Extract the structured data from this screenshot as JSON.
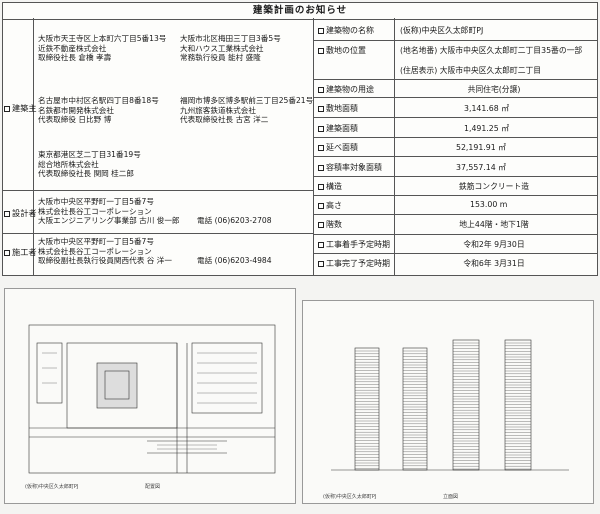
{
  "title": "建築計画のお知らせ",
  "owner": {
    "label": "建築主",
    "entries": [
      {
        "address": "大阪市天王寺区上本町六丁目5番13号",
        "company": "近鉄不動産株式会社",
        "rep": "取締役社長  倉橋 孝壽"
      },
      {
        "address": "大阪市北区梅田三丁目3番5号",
        "company": "大和ハウス工業株式会社",
        "rep": "常務執行役員  能村  盛隆"
      },
      {
        "address": "名古屋市中村区名駅四丁目8番18号",
        "company": "名鉄都市開発株式会社",
        "rep": "代表取締役  日比野  博"
      },
      {
        "address": "福岡市博多区博多駅前三丁目25番21号",
        "company": "九州旅客鉄道株式会社",
        "rep": "代表取締役社長  古宮  洋二"
      },
      {
        "address": "東京都港区芝二丁目31番19号",
        "company": "総合地所株式会社",
        "rep": "代表取締役社長  関岡  桂二郎"
      }
    ]
  },
  "designer": {
    "label": "設計者",
    "address": "大阪市中央区平野町一丁目5番7号",
    "company": "株式会社長谷工コーポレーション",
    "dept": "大阪エンジニアリング事業部  古川  俊一郎",
    "tel": "電話  (06)6203-2708"
  },
  "builder": {
    "label": "施工者",
    "address": "大阪市中央区平野町一丁目5番7号",
    "company": "株式会社長谷工コーポレーション",
    "rep": "取締役副社長執行役員関西代表  谷  洋一",
    "tel": "電話  (06)6203-4984"
  },
  "details": {
    "name_label": "建築物の名称",
    "name_value": "(仮称)中央区久太郎町PJ",
    "site_label": "敷地の位置",
    "site_lot": "(地名地番)  大阪市中央区久太郎町二丁目35番の一部",
    "site_addr": "(住居表示)  大阪市中央区久太郎町二丁目",
    "use_label": "建築物の用途",
    "use_value": "共同住宅(分譲)",
    "site_area_label": "敷地面積",
    "site_area_value": "3,141.68  ㎡",
    "bldg_area_label": "建築面積",
    "bldg_area_value": "1,491.25  ㎡",
    "floor_area_label": "延べ面積",
    "floor_area_value": "52,191.91  ㎡",
    "far_label": "容積率対象面積",
    "far_value": "37,557.14  ㎡",
    "structure_label": "構造",
    "structure_value": "鉄筋コンクリート造",
    "height_label": "高さ",
    "height_value": "153.00  m",
    "floors_label": "階数",
    "floors_value": "地上44階・地下1階",
    "start_label": "工事着手予定時期",
    "start_value": "令和2年  9月30日",
    "end_label": "工事完了予定時期",
    "end_value": "令和6年  3月31日"
  },
  "drawings": {
    "left_caption": "配置図",
    "right_caption": "立面図",
    "project_note": "(仮称)中央区久太郎町PJ"
  },
  "colors": {
    "line": "#555555",
    "ink": "#1a1a1a",
    "drawing": "#333333"
  }
}
